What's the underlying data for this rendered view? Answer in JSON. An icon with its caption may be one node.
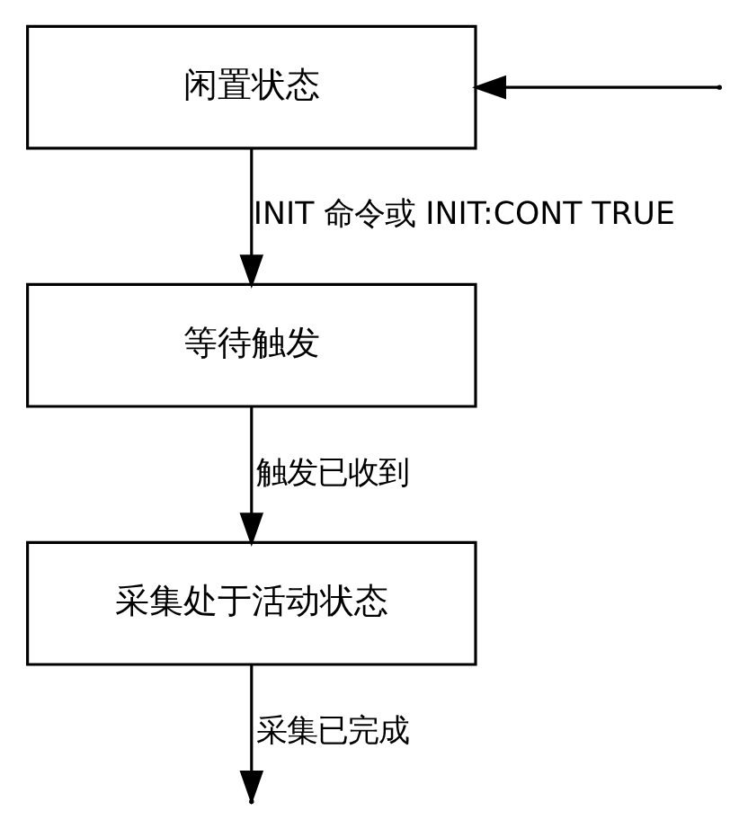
{
  "diagram": {
    "nodes": [
      {
        "text": [
          "闲置状态"
        ]
      },
      {
        "text": [
          "等待触发"
        ]
      },
      {
        "text": [
          "采集处于活动状态"
        ]
      }
    ],
    "edges": [
      {
        "from": 0,
        "to": 1,
        "arrow": "to",
        "label": "INIT 命令或 INIT:CONT TRUE"
      },
      {
        "from": 1,
        "to": 2,
        "arrow": "to",
        "label": "触发已收到"
      },
      {
        "from": 2,
        "to": null,
        "arrow": "to",
        "label": "采集已完成"
      },
      {
        "from": null,
        "to": 0,
        "arrow": "to"
      }
    ]
  }
}
